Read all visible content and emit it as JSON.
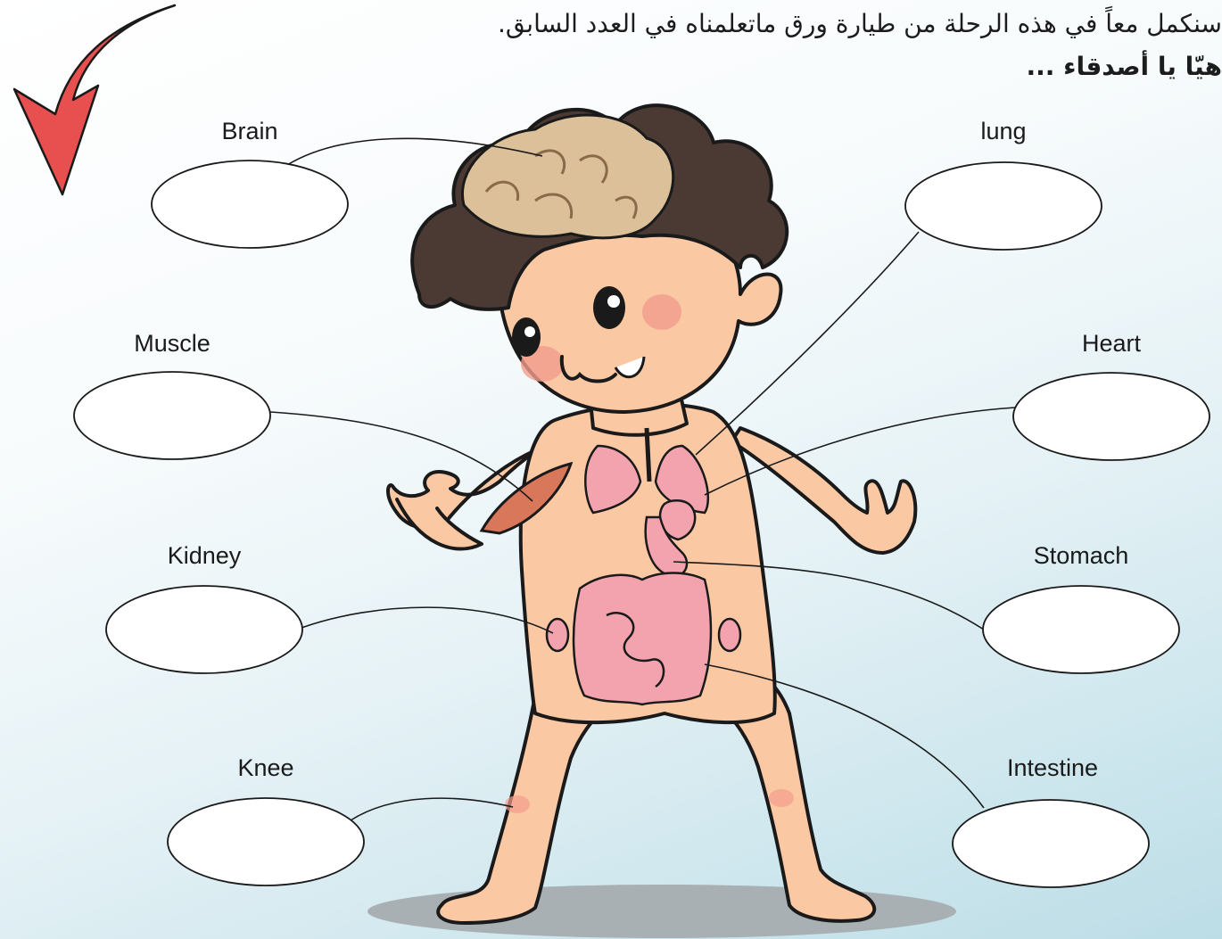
{
  "header": {
    "line1": "سنكمل معاً في هذه الرحلة من طيارة ورق ماتعلمناه في العدد السابق.",
    "line2": "هيّا يا أصدقاء ..."
  },
  "labels": {
    "brain": "Brain",
    "lung": "lung",
    "muscle": "Muscle",
    "heart": "Heart",
    "kidney": "Kidney",
    "stomach": "Stomach",
    "knee": "Knee",
    "intestine": "Intestine"
  },
  "colors": {
    "arrow": "#e8504f",
    "skin": "#fbc8a4",
    "skin_outline": "#1a1a1a",
    "hair": "#4a3a33",
    "brain": "#dcc09a",
    "organ_pink": "#f2a3ae",
    "muscle": "#d9775a",
    "shadow": "#a9b0b3",
    "cheek": "#f39c8c"
  },
  "icons": {
    "arrow": "curved-arrow-down-icon"
  }
}
